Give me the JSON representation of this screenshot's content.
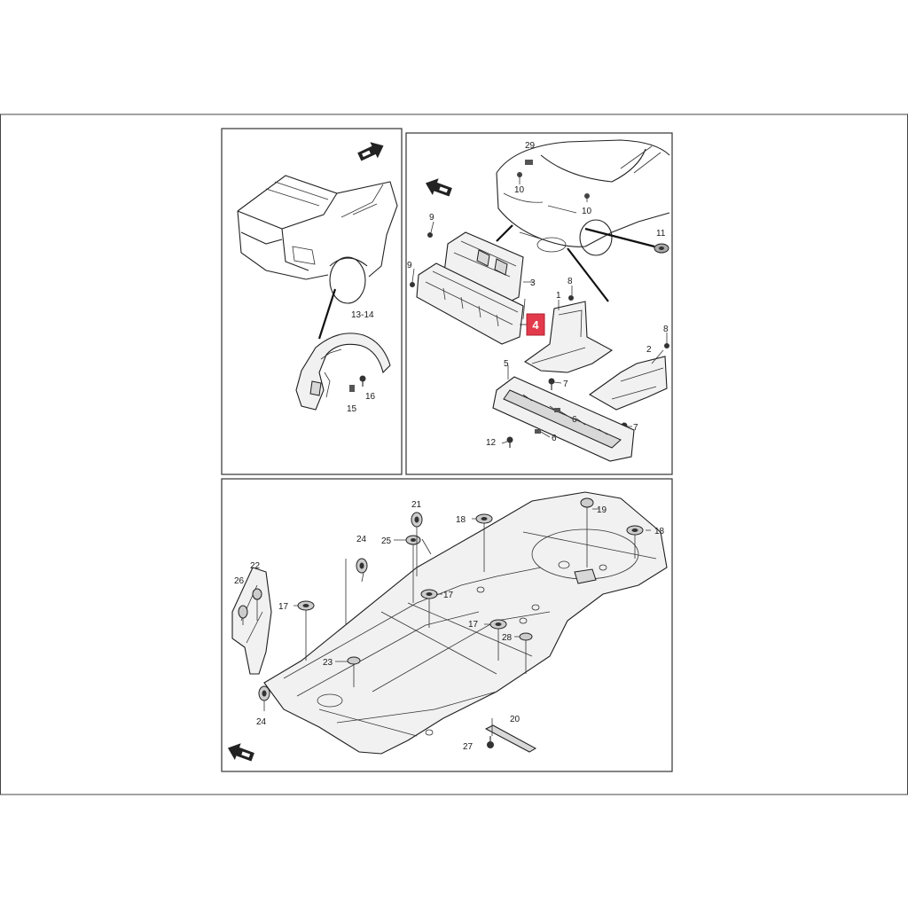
{
  "colors": {
    "highlight": "#e23a4a",
    "frame": "#333333",
    "ink": "#1e1e1e"
  },
  "panels": {
    "rear_wheel_liner": {
      "direction_icon": "fwd-arrow-icon",
      "labels": {
        "p13_14": "13-14",
        "p15": "15",
        "p16": "16"
      }
    },
    "front_bumper_area": {
      "direction_icon": "fwd-arrow-icon",
      "highlight_label": "4",
      "labels": {
        "p1": "1",
        "p2": "2",
        "p3": "3",
        "p5": "5",
        "p6a": "6",
        "p6b": "6",
        "p7a": "7",
        "p7b": "7",
        "p8a": "8",
        "p8b": "8",
        "p9a": "9",
        "p9b": "9",
        "p10a": "10",
        "p10b": "10",
        "p11": "11",
        "p12": "12",
        "p29": "29"
      }
    },
    "floor_underbody": {
      "direction_icon": "fwd-arrow-icon",
      "labels": {
        "p17a": "17",
        "p17b": "17",
        "p17c": "17",
        "p18a": "18",
        "p18b": "18",
        "p19": "19",
        "p20": "20",
        "p21": "21",
        "p22": "22",
        "p23": "23",
        "p24a": "24",
        "p24b": "24",
        "p25": "25",
        "p26": "26",
        "p27": "27",
        "p28": "28"
      }
    }
  }
}
